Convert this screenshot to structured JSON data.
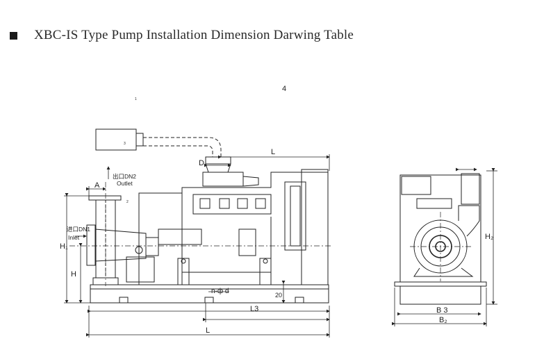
{
  "title": "XBC-IS Type Pump Installation Dimension Darwing Table",
  "labels": {
    "four": "4",
    "one": "1",
    "two": "2",
    "three": "3",
    "L_top": "L",
    "D": "D",
    "A": "A",
    "outlet_cn": "出口DN2",
    "outlet_en": "Outlet",
    "inlet_cn": "进口DN1",
    "inlet_en": "Inlet",
    "H1": "H₁",
    "H": "H",
    "n_d": "n-ф d",
    "twenty": "20",
    "L3": "L3",
    "L_bottom": "L",
    "H2": "H₂",
    "B3": "B 3",
    "B2": "B₂"
  }
}
